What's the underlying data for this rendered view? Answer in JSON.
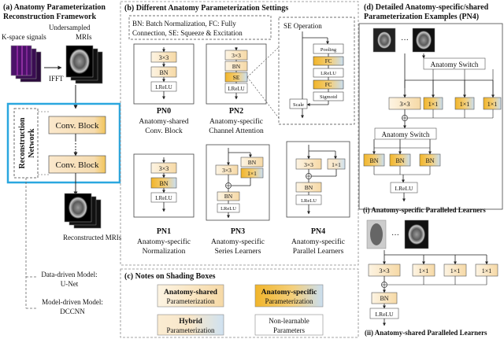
{
  "panel_a": {
    "title_1": "(a) Anatomy Parameterization",
    "title_2": "Reconstruction Framework",
    "undersampled": "Undersampled",
    "kspace": "K-space signals",
    "mris": "MRIs",
    "ifft": "IFFT",
    "recon_net_1": "Reconstruction",
    "recon_net_2": "Network",
    "conv_block": "Conv. Block",
    "dots": "⋮",
    "reconstructed": "Reconstructed MRIs",
    "dd_1": "Data-driven Model:",
    "dd_2": "U-Net",
    "md_1": "Model-driven Model:",
    "md_2": "DCCNN"
  },
  "panel_b": {
    "title": "(b) Different Anatomy Parameterization Settings",
    "legend_1": "BN: Batch Normalization, FC: Fully",
    "legend_2": "Connection, SE: Squeeze & Excitation",
    "se_title": "SE Operation",
    "pooling": "Pooling",
    "fc": "FC",
    "lrelu": "LReLU",
    "sigmoid": "Sigmoid",
    "scale": "Scale",
    "conv3": "3×3",
    "conv1": "1×1",
    "bn": "BN",
    "se": "SE",
    "pn0": "PN0",
    "pn0_d1": "Anatomy-shared",
    "pn0_d2": "Conv. Block",
    "pn1": "PN1",
    "pn1_d1": "Anatomy-specific",
    "pn1_d2": "Normalization",
    "pn2": "PN2",
    "pn2_d1": "Anatomy-specific",
    "pn2_d2": "Channel Attention",
    "pn3": "PN3",
    "pn3_d1": "Anatomy-specific",
    "pn3_d2": "Series Learners",
    "pn4": "PN4",
    "pn4_d1": "Anatomy-specific",
    "pn4_d2": "Parallel Learners"
  },
  "panel_c": {
    "title": "(c) Notes on Shading Boxes",
    "shared_1": "Anatomy-shared",
    "shared_2": "Parameterization",
    "specific_1": "Anatomy-specific",
    "specific_2": "Parameterization",
    "hybrid_1": "Hybrid",
    "hybrid_2": "Parameterization",
    "nonlearn_1": "Non-learnable",
    "nonlearn_2": "Parameters"
  },
  "panel_d": {
    "title_1": "(d) Detailed Anatomy-specific/shared",
    "title_2": "Parameterization Examples (PN4)",
    "dots": "···",
    "anatomy_switch": "Anatomy Switch",
    "conv3": "3×3",
    "conv1": "1×1",
    "bn": "BN",
    "lrelu": "LReLU",
    "caption_i": "(i) Anatomy-specific Paralleled Learners",
    "caption_ii": "(ii) Anatomy-shared Paralleled Learners"
  },
  "colors": {
    "shared": "#f8e2b8",
    "specific": "#f2bf3c",
    "hybrid_right": "#cde3f2",
    "highlight_border": "#2aa7df",
    "line": "#333333"
  }
}
